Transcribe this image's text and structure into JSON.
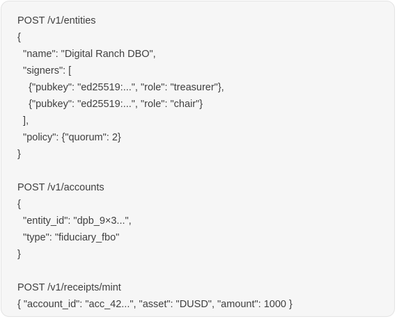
{
  "blocks": [
    {
      "id": "entities",
      "lines": [
        "POST /v1/entities",
        "{",
        "  \"name\": \"Digital Ranch DBO\",",
        "  \"signers\": [",
        "    {\"pubkey\": \"ed25519:...\", \"role\": \"treasurer\"},",
        "    {\"pubkey\": \"ed25519:...\", \"role\": \"chair\"}",
        "  ],",
        "  \"policy\": {\"quorum\": 2}",
        "}"
      ]
    },
    {
      "id": "accounts",
      "lines": [
        "POST /v1/accounts",
        "{",
        "  \"entity_id\": \"dpb_9×3...\",",
        "  \"type\": \"fiduciary_fbo\"",
        "}"
      ]
    },
    {
      "id": "receipts-mint",
      "lines": [
        "POST /v1/receipts/mint",
        "{ \"account_id\": \"acc_42...\", \"asset\": \"DUSD\", \"amount\": 1000 }"
      ]
    }
  ]
}
